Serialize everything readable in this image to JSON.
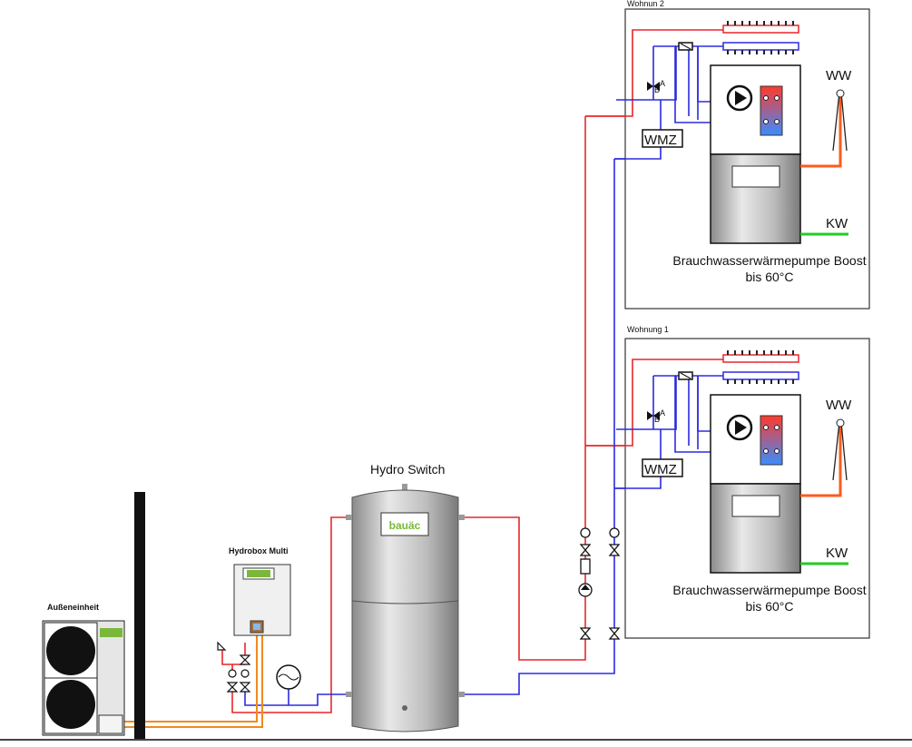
{
  "title": "",
  "colors": {
    "supply": "#e8262b",
    "return": "#2b2be0",
    "hot_water": "#ff5a1e",
    "cold_water": "#22cc22",
    "refrigerant": "#f08a1c",
    "logo_green": "#7ab83a"
  },
  "logo_text": "bauäc",
  "apartments": [
    {
      "label": "Wohnun 2",
      "ww": "WW",
      "kw": "KW",
      "meter": "WMZ",
      "valve_b": "B",
      "valve_a": "A",
      "unit_line1": "Brauchwasserwärmepumpe Boost",
      "unit_line2": "bis 60°C"
    },
    {
      "label": "Wohnung 1",
      "ww": "WW",
      "kw": "KW",
      "meter": "WMZ",
      "valve_b": "B",
      "valve_a": "A",
      "unit_line1": "Brauchwasserwärmepumpe Boost",
      "unit_line2": "bis 60°C"
    }
  ],
  "hydro_switch": {
    "label": "Hydro Switch"
  },
  "hydrobox": {
    "label": "Hydrobox Multi"
  },
  "outdoor_unit": {
    "label": "Außeneinheit"
  }
}
